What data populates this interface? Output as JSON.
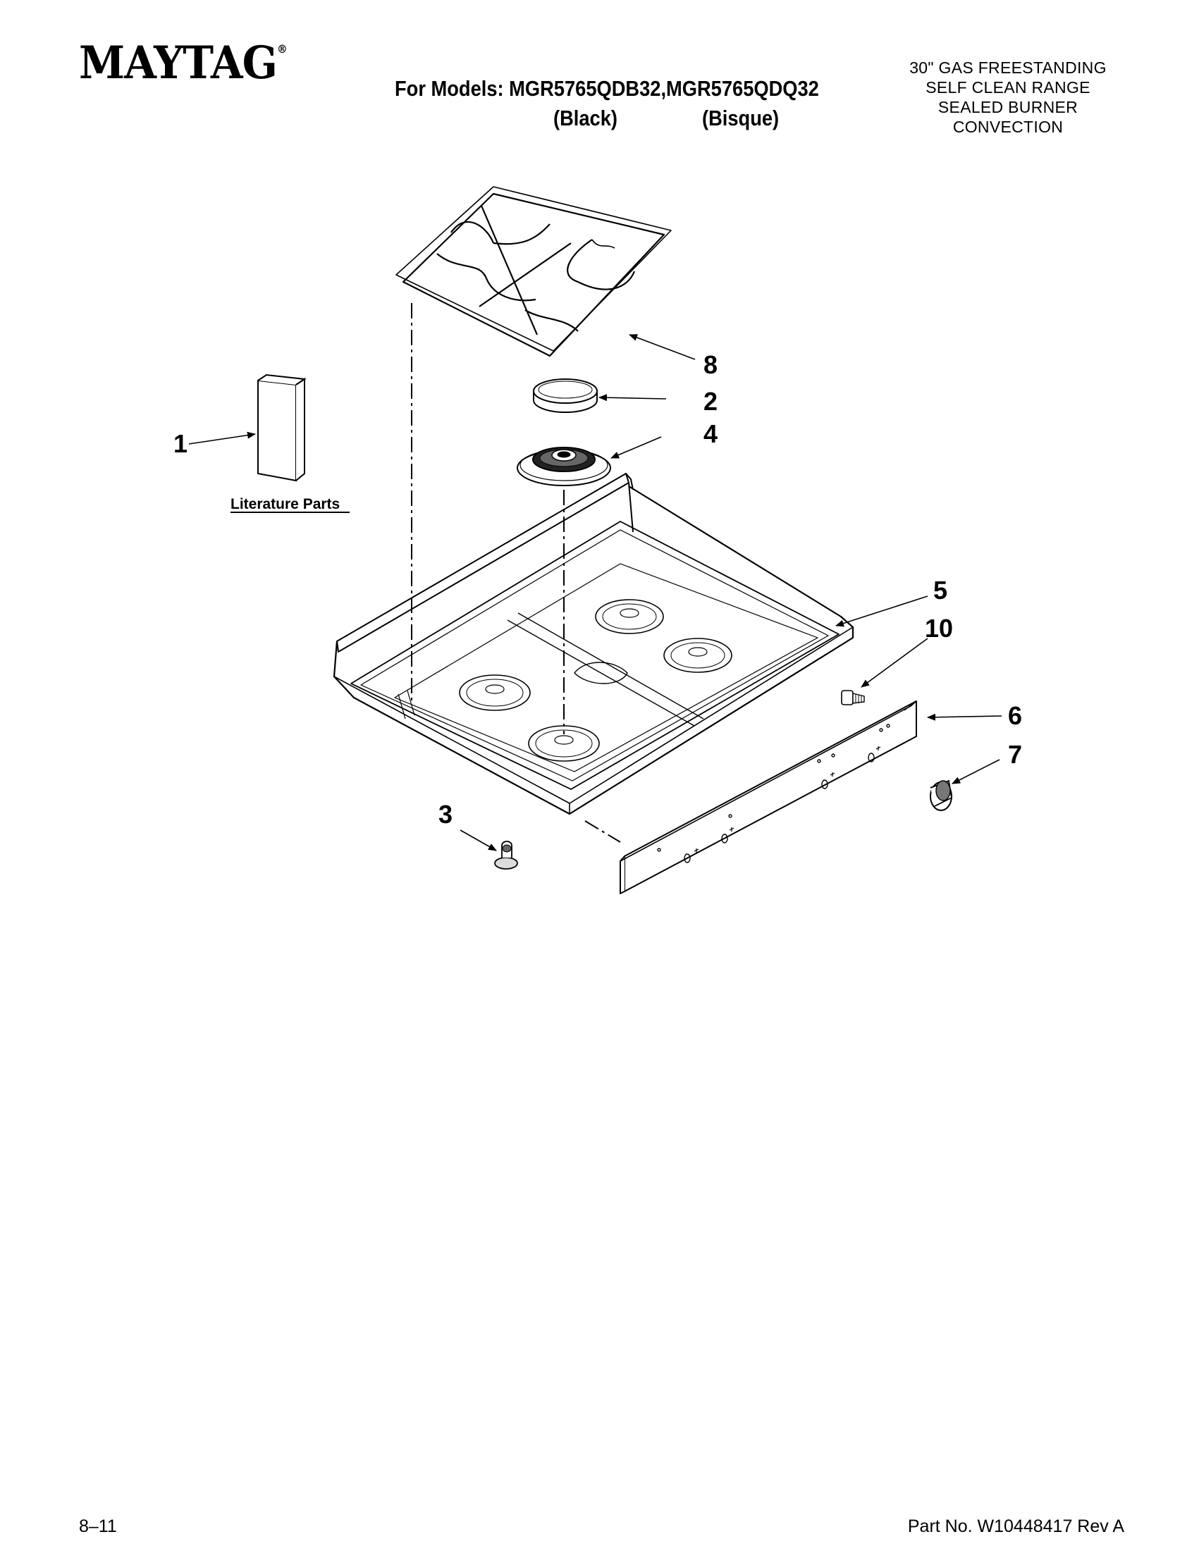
{
  "header": {
    "brand": "MAYTAG",
    "brand_mark": "®",
    "models_line": "For Models: MGR5765QDB32,MGR5765QDQ32",
    "color_1": "(Black)",
    "color_2": "(Bisque)",
    "description": [
      "30\" GAS FREESTANDING",
      "SELF CLEAN RANGE",
      "SEALED BURNER",
      "CONVECTION"
    ]
  },
  "diagram": {
    "callouts": [
      "1",
      "2",
      "3",
      "4",
      "5",
      "6",
      "7",
      "8",
      "10"
    ],
    "literature_label": "Literature Parts"
  },
  "footer": {
    "date": "8–11",
    "part_no": "Part No. W10448417 Rev A"
  }
}
